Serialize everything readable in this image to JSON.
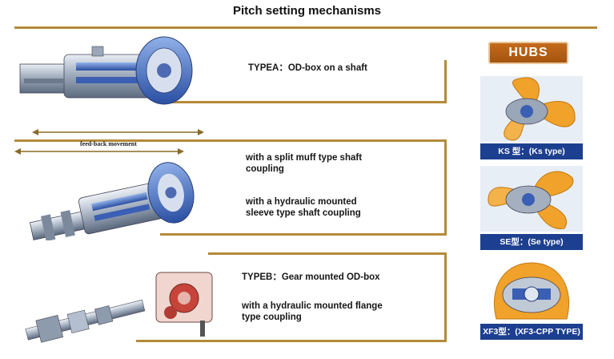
{
  "title": "Pitch setting mechanisms",
  "type_a": {
    "label": "TYPEA：OD-box on a shaft",
    "feedback_label": "feed-back movement",
    "coupling_split": [
      "with a split muff type shaft",
      "coupling"
    ],
    "coupling_hydraulic_sleeve": [
      "with a hydraulic mounted",
      "sleeve type shaft coupling"
    ]
  },
  "type_b": {
    "label": "TYPEB：Gear mounted OD-box",
    "coupling_flange": [
      "with a hydraulic mounted flange",
      "type coupling"
    ]
  },
  "hubs": {
    "badge": "HUBS",
    "items": [
      {
        "caption": "KS 型：(Ks type)",
        "icon": "ks-hub-icon"
      },
      {
        "caption": "SE型：(Se type)",
        "icon": "se-hub-icon"
      },
      {
        "caption": "XF3型：(XF3-CPP TYPE)",
        "icon": "xf3-hub-icon"
      }
    ]
  },
  "colors": {
    "accent_gold": "#b48b3a",
    "hub_caption_blue": "#1d3f8f",
    "hubs_badge_orange": "#b75f16",
    "propeller_orange": "#f0a22a"
  }
}
